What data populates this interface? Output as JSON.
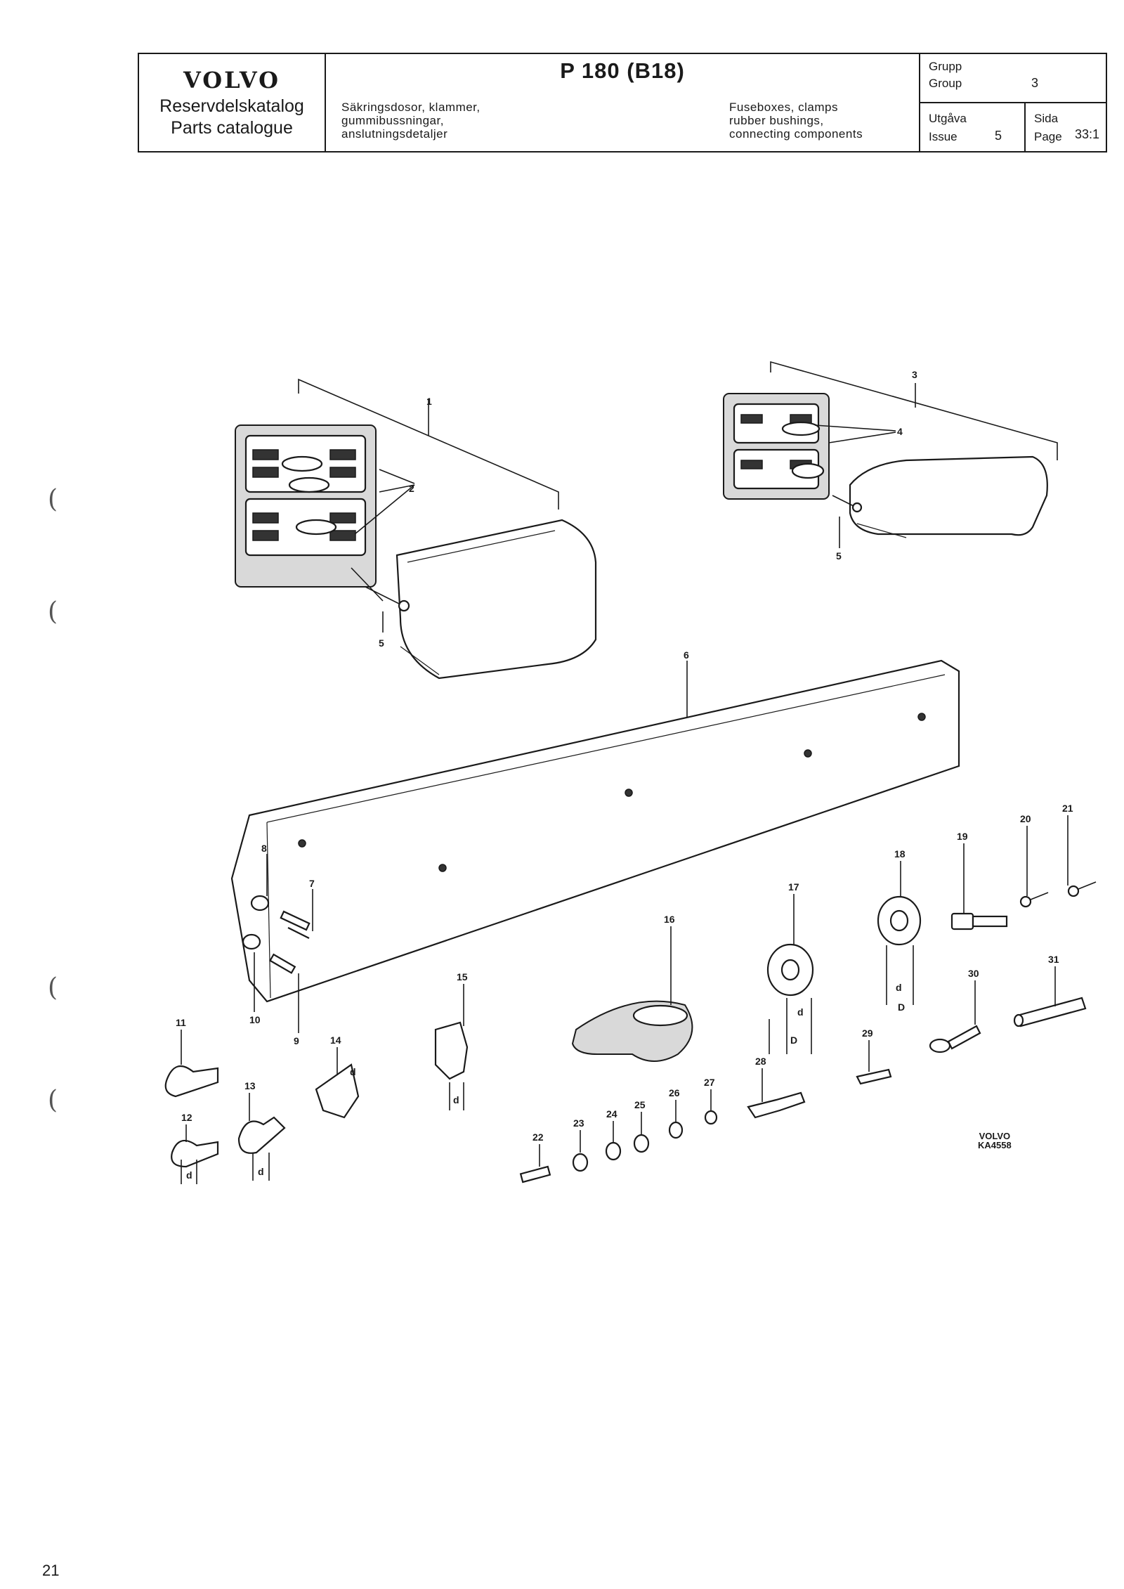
{
  "header": {
    "brand": "VOLVO",
    "catalog_sv": "Reservdelskatalog",
    "catalog_en": "Parts catalogue",
    "model": "P 180 (B18)",
    "description_sv": [
      "Säkringsdosor, klammer,",
      "gummibussningar,",
      "anslutningsdetaljer"
    ],
    "description_en": [
      "Fuseboxes, clamps",
      "rubber bushings,",
      "connecting components"
    ],
    "group_label_sv": "Grupp",
    "group_label_en": "Group",
    "group_value": "3",
    "issue_label_sv": "Utgåva",
    "issue_label_en": "Issue",
    "issue_value": "5",
    "page_label_sv": "Sida",
    "page_label_en": "Page",
    "page_value": "33:1"
  },
  "part_labels": [
    "1",
    "2",
    "3",
    "4",
    "5",
    "5",
    "6",
    "7",
    "8",
    "9",
    "10",
    "11",
    "12",
    "13",
    "14",
    "15",
    "16",
    "17",
    "18",
    "19",
    "20",
    "21",
    "22",
    "23",
    "24",
    "25",
    "26",
    "27",
    "28",
    "29",
    "30",
    "31"
  ],
  "dimension_letters": [
    "d",
    "D"
  ],
  "stamp": [
    "VOLVO",
    "KA4558"
  ],
  "page_number": "21",
  "margin_marks": [
    "(",
    "(",
    "(",
    "("
  ]
}
